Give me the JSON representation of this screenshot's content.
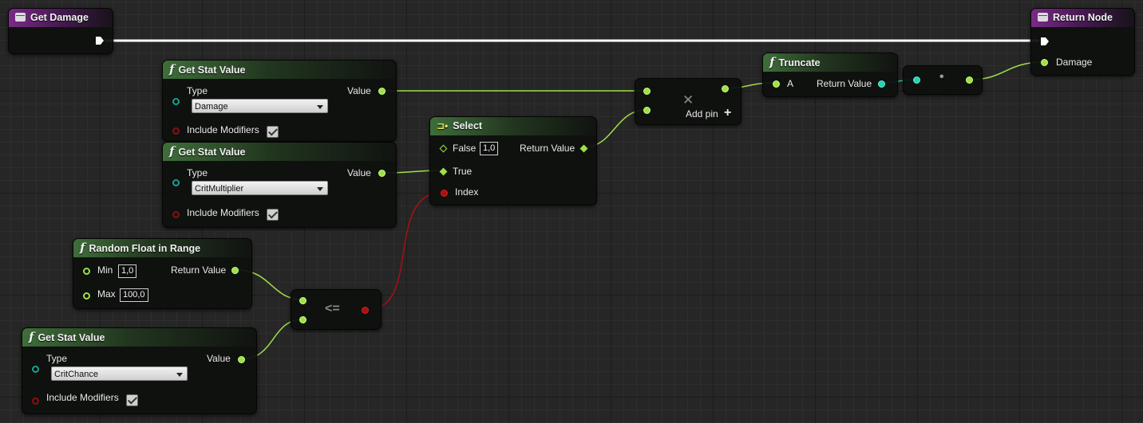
{
  "nodes": {
    "get_damage": {
      "title": "Get Damage"
    },
    "return_node": {
      "title": "Return Node",
      "pin_damage": "Damage"
    },
    "stat_damage": {
      "title": "Get Stat Value",
      "type_label": "Type",
      "type_value": "Damage",
      "value_label": "Value",
      "modifiers_label": "Include Modifiers",
      "modifiers_checked": true
    },
    "stat_crit_mult": {
      "title": "Get Stat Value",
      "type_label": "Type",
      "type_value": "CritMultiplier",
      "value_label": "Value",
      "modifiers_label": "Include Modifiers",
      "modifiers_checked": true
    },
    "stat_crit_chance": {
      "title": "Get Stat Value",
      "type_label": "Type",
      "type_value": "CritChance",
      "value_label": "Value",
      "modifiers_label": "Include Modifiers",
      "modifiers_checked": true
    },
    "random_float": {
      "title": "Random Float in Range",
      "min_label": "Min",
      "min_value": "1,0",
      "max_label": "Max",
      "max_value": "100,0",
      "return_label": "Return Value"
    },
    "select": {
      "title": "Select",
      "false_label": "False",
      "false_value": "1,0",
      "true_label": "True",
      "index_label": "Index",
      "return_label": "Return Value"
    },
    "multiply": {
      "symbol": "✕",
      "add_pin_label": "Add pin",
      "add_pin_icon": "+"
    },
    "compare": {
      "symbol": "<="
    },
    "truncate": {
      "title": "Truncate",
      "a_label": "A",
      "return_label": "Return Value"
    },
    "convert": {
      "symbol": "•"
    }
  },
  "colors": {
    "float_pin": "#9fe04a",
    "int_pin": "#2ad0b4",
    "bool_pin": "#aa1010",
    "exec_wire": "#ffffff"
  },
  "icons": {
    "function": "function-icon",
    "event": "event-icon",
    "select": "select-icon"
  }
}
